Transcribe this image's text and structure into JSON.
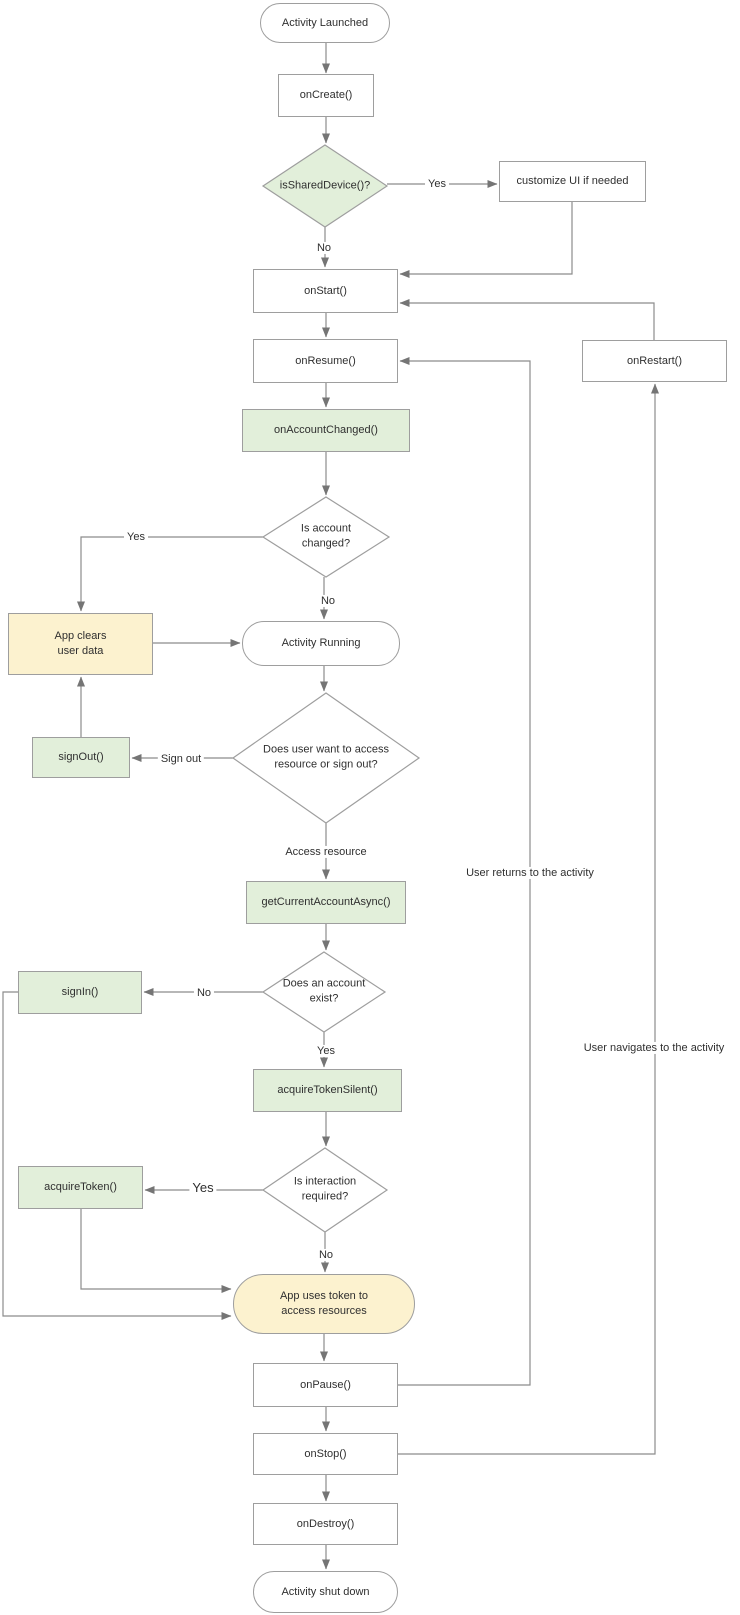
{
  "nodes": {
    "activity_launched": "Activity Launched",
    "on_create": "onCreate()",
    "is_shared_device": "isSharedDevice()?",
    "customize_ui": "customize UI if needed",
    "on_start": "onStart()",
    "on_resume": "onResume()",
    "on_restart": "onRestart()",
    "on_account_changed": "onAccountChanged()",
    "is_account_changed": "Is account\nchanged?",
    "app_clears_user_data": "App clears\nuser data",
    "activity_running": "Activity Running",
    "does_user_want": "Does user want to access\nresource or sign out?",
    "sign_out": "signOut()",
    "get_current_account_async": "getCurrentAccountAsync()",
    "does_account_exist": "Does an account\nexist?",
    "sign_in": "signIn()",
    "acquire_token_silent": "acquireTokenSilent()",
    "is_interaction_required": "Is interaction\nrequired?",
    "acquire_token": "acquireToken()",
    "app_uses_token": "App uses token to\naccess resources",
    "on_pause": "onPause()",
    "on_stop": "onStop()",
    "on_destroy": "onDestroy()",
    "activity_shut_down": "Activity shut down"
  },
  "labels": {
    "shared_yes": "Yes",
    "shared_no": "No",
    "account_changed_yes": "Yes",
    "account_changed_no": "No",
    "sign_out": "Sign out",
    "access_resource": "Access resource",
    "account_exist_no": "No",
    "account_exist_yes": "Yes",
    "interaction_yes": "Yes",
    "interaction_no": "No",
    "user_returns": "User returns to the activity",
    "user_navigates": "User navigates to the activity"
  },
  "colors": {
    "green_fill": "#e2efda",
    "yellow_fill": "#fcf2cf",
    "node_border": "#9e9e9e",
    "connector": "#8c8c8c",
    "text": "#2f2f2f"
  }
}
